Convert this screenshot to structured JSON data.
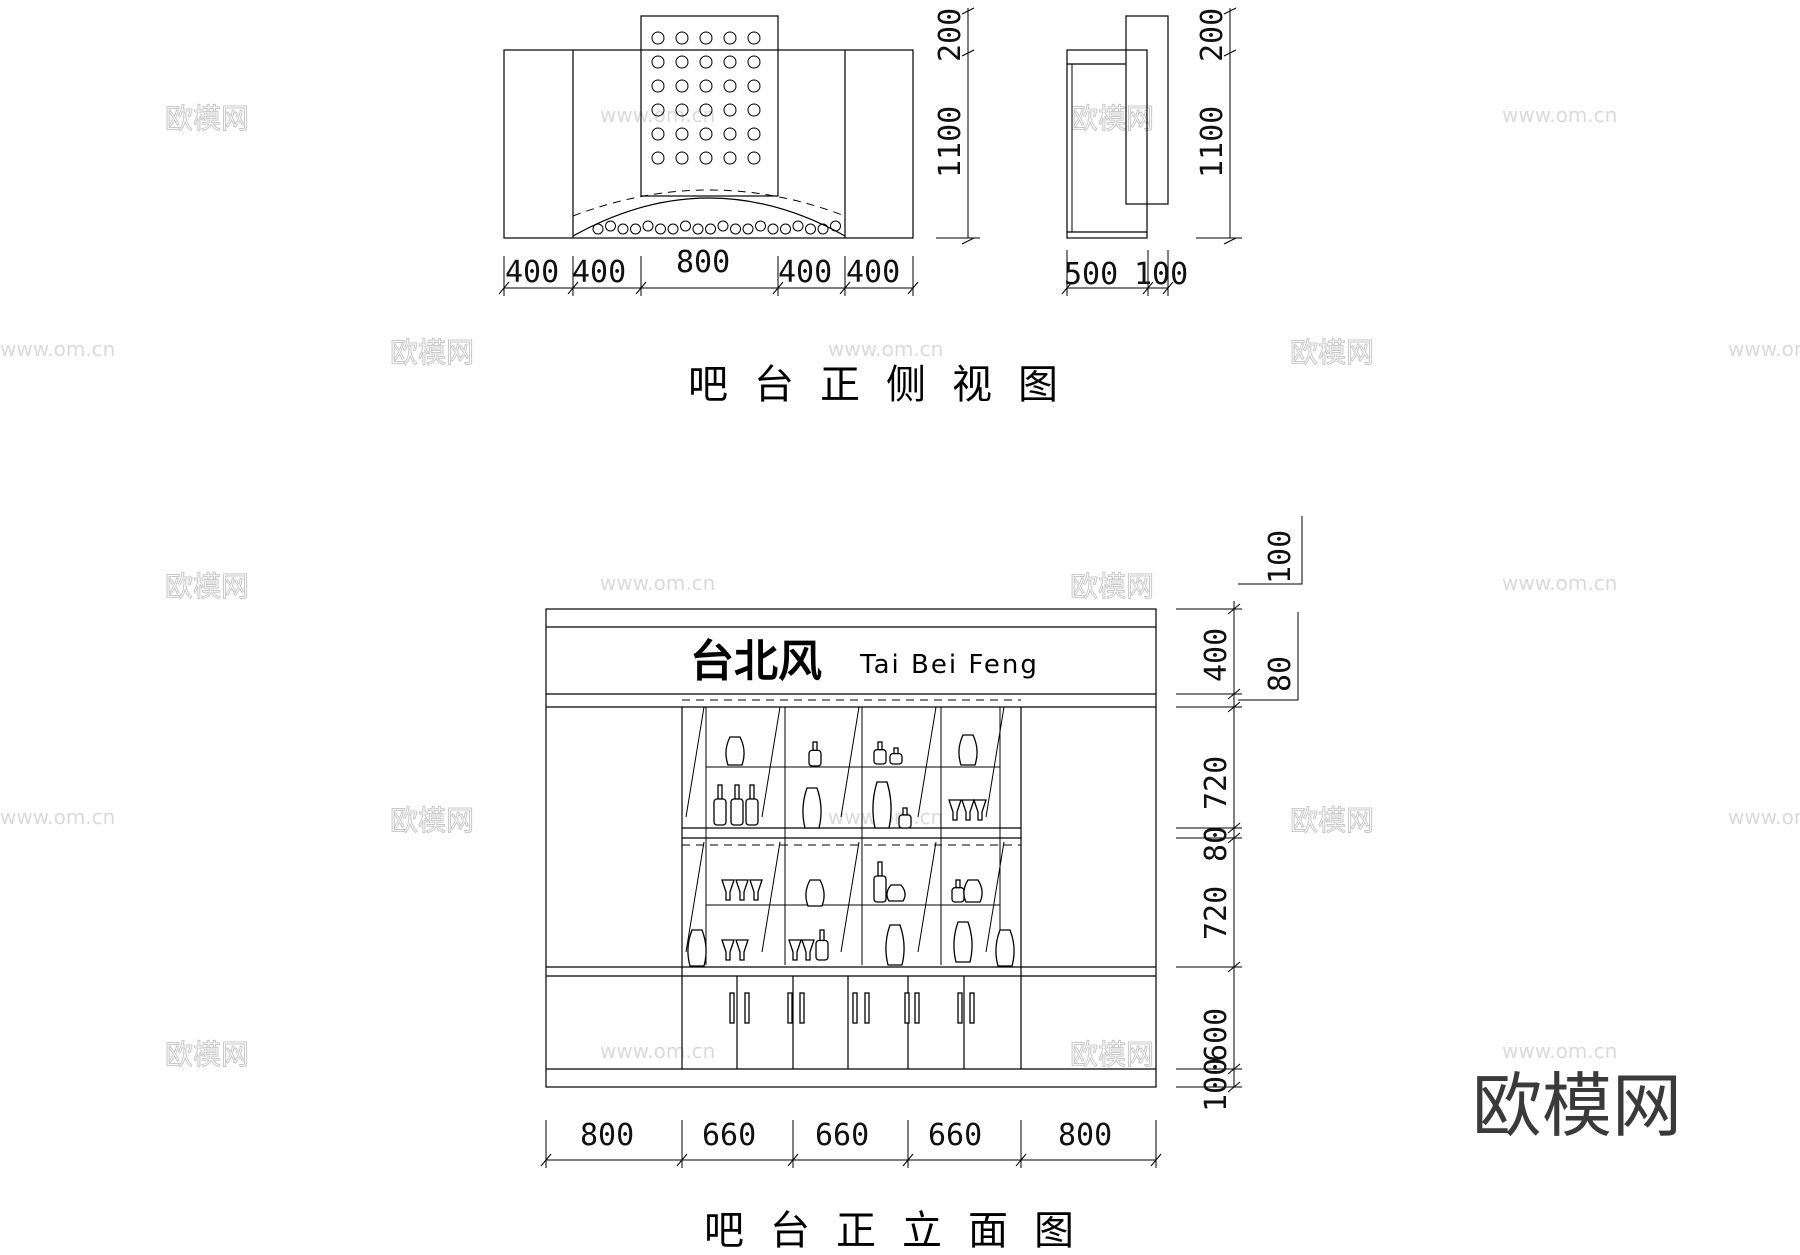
{
  "side_view": {
    "title": "吧台正侧视图",
    "front_bottom_dims": [
      "400",
      "400",
      "800",
      "400",
      "400"
    ],
    "front_right_dims": [
      "200",
      "1100"
    ],
    "side_bottom_dims": [
      "500",
      "100"
    ],
    "side_right_dims": [
      "200",
      "1100"
    ]
  },
  "elevation": {
    "title": "吧台正立面图",
    "brand_cn": "台北风",
    "brand_en": "Tai Bei Feng",
    "bottom_dims": [
      "800",
      "660",
      "660",
      "660",
      "800"
    ],
    "right_dims": [
      "100",
      "400",
      "80",
      "720",
      "80",
      "720",
      "600",
      "100"
    ]
  },
  "watermark": {
    "site": "欧模网",
    "url": "www.om.cn",
    "logo_text": "欧模网"
  }
}
